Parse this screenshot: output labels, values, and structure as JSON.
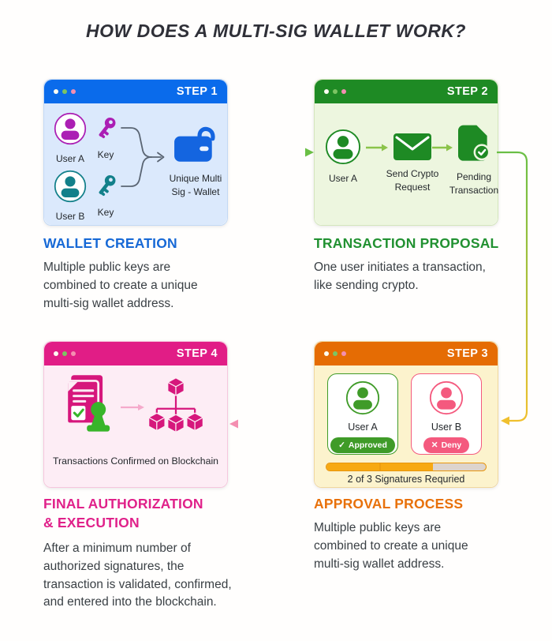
{
  "title": "HOW DOES A MULTI-SIG WALLET WORK?",
  "colors": {
    "step1_header": "#0a6beb",
    "step1_accent": "#1769d6",
    "step2_header": "#1e8a24",
    "step2_accent": "#219131",
    "step3_header": "#e56c04",
    "step3_accent": "#e8710a",
    "step4_header": "#e11d86",
    "step4_accent": "#e0218a",
    "user_a_purple": "#ab1fb4",
    "user_b_teal": "#12808a",
    "wallet_blue": "#1465e0",
    "approved_green": "#3f9b28",
    "deny_pink": "#f4597e",
    "progress_fill_orange": "#f7a912",
    "blockchain_magenta": "#d6177c",
    "stamp_green": "#38b52a"
  },
  "steps": [
    {
      "badge": "STEP 1",
      "heading": "WALLET CREATION",
      "description": "Multiple public keys are\ncombined to create a unique\nmulti-sig wallet address.",
      "labels": {
        "user_a": "User A",
        "key_a": "Key",
        "user_b": "User B",
        "key_b": "Key",
        "wallet": "Unique Multi\nSig - Wallet"
      }
    },
    {
      "badge": "STEP 2",
      "heading": "TRANSACTION PROPOSAL",
      "description": "One user initiates a transaction,\nlike sending crypto.",
      "labels": {
        "user_a": "User A",
        "send": "Send Crypto\nRequest",
        "pending": "Pending\nTransaction"
      }
    },
    {
      "badge": "STEP 3",
      "heading": "APPROVAL PROCESS",
      "description": "Multiple public keys are\ncombined to create a unique\nmulti-sig wallet address.",
      "labels": {
        "user_a": "User A",
        "approved_icon": "✓",
        "approved": "Approved",
        "user_b": "User B",
        "deny_icon": "✕",
        "deny": "Deny",
        "progress_caption": "2 of 3 Signatures Requried"
      },
      "progress": {
        "completed": 2,
        "required": 3
      }
    },
    {
      "badge": "STEP 4",
      "heading": "FINAL AUTHORIZATION\n& EXECUTION",
      "description": "After a minimum number of\nauthorized signatures, the\ntransaction is validated, confirmed,\nand entered into the blockchain.",
      "labels": {
        "caption": "Transactions Confirmed on Blockchain"
      }
    }
  ]
}
